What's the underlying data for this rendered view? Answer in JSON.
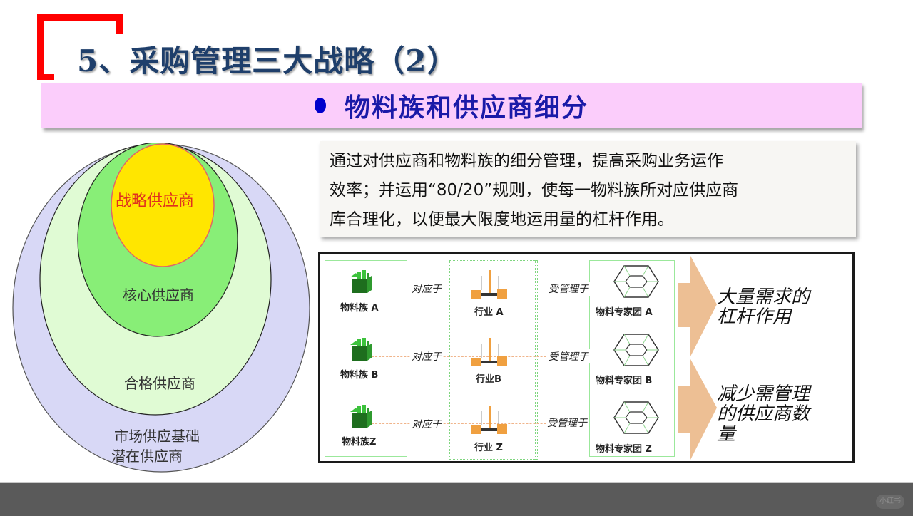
{
  "slide": {
    "title": "5、采购管理三大战略（2）",
    "subtitle": "物料族和供应商细分",
    "description_lines": [
      "通过对供应商和物料族的细分管理，提高采购业务运作",
      "效率；并运用“80/20”规则，使每一物料族所对应供应商",
      "库合理化，以便最大限度地运用量的杠杆作用。"
    ]
  },
  "supplier_circles": {
    "layers": [
      {
        "label": "战略供应商",
        "fill": "#ffe600",
        "stroke": "#e06666",
        "text_color": "#e0301e"
      },
      {
        "label": "核心供应商",
        "fill": "#88ee77",
        "stroke": "#222222",
        "text_color": "#333333"
      },
      {
        "label": "合格供应商",
        "fill": "#e0fbd4",
        "stroke": "#222222",
        "text_color": "#333333"
      },
      {
        "label_line1": "市场供应基础",
        "label_line2": "潜在供应商",
        "fill": "#d8d8f6",
        "stroke": "#555555",
        "text_color": "#333333"
      }
    ]
  },
  "diagram": {
    "rows": [
      {
        "material": "物料族 A",
        "relation1": "对应于",
        "industry": "行业 A",
        "relation2": "受管理于",
        "team": "物料专家团 A"
      },
      {
        "material": "物料族 B",
        "relation1": "对应于",
        "industry": "行业B",
        "relation2": "受管理于",
        "team": "物料专家团 B"
      },
      {
        "material": "物料族Z",
        "relation1": "对应于",
        "industry": "行业 Z",
        "relation2": "受管理于",
        "team": "物料专家团 Z"
      }
    ],
    "outcomes": [
      {
        "line1": "大量需求的",
        "line2": "杠杆作用"
      },
      {
        "line1": "减少需管理",
        "line2": "的供应商数",
        "line3": "量"
      }
    ],
    "colors": {
      "arrow": "#edbf94",
      "box_icon": "#1e6e1e",
      "industry_icon": "#f0a040",
      "column_border": "#9be89b"
    }
  },
  "footer": {
    "watermark": "小红书"
  }
}
